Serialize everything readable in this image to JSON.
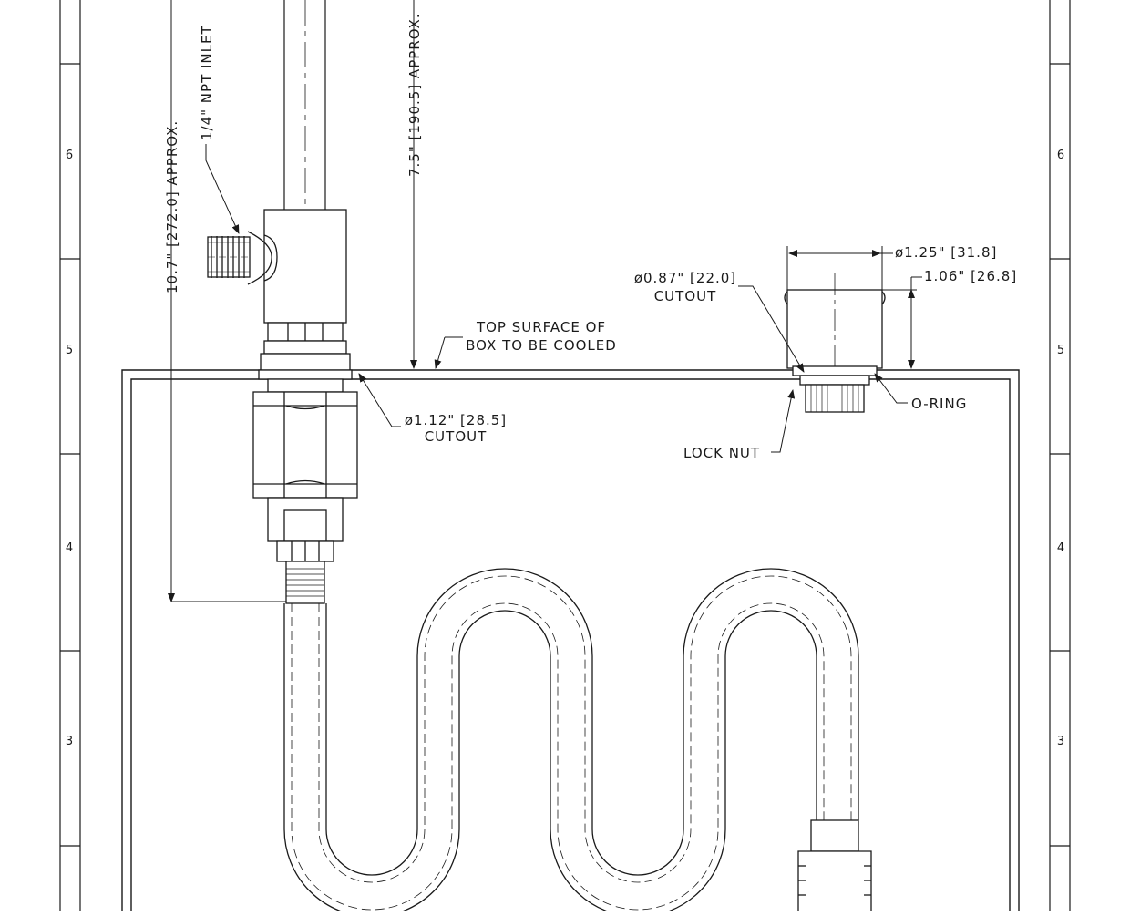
{
  "drawing": {
    "zone_labels": {
      "left": [
        "6",
        "5",
        "4",
        "3"
      ],
      "right": [
        "6",
        "5",
        "4",
        "3"
      ]
    },
    "dims": {
      "overall_height": "10.7\" [272.0] APPROX.",
      "inlet": "1/4\" NPT INLET",
      "upper_height": "7.5\" [190.5] APPROX.",
      "outlet_diameter": "ø1.25\" [31.8]",
      "outlet_height": "1.06\" [26.8]",
      "small_cutout_line1": "ø0.87\" [22.0]",
      "small_cutout_line2": "CUTOUT",
      "top_surface_line1": "TOP SURFACE OF",
      "top_surface_line2": "BOX TO BE COOLED",
      "large_cutout_line1": "ø1.12\" [28.5]",
      "large_cutout_line2": "CUTOUT",
      "oring": "O-RING",
      "lock_nut": "LOCK NUT"
    },
    "colors": {
      "line": "#1a1a1a",
      "paper": "#ffffff"
    }
  }
}
